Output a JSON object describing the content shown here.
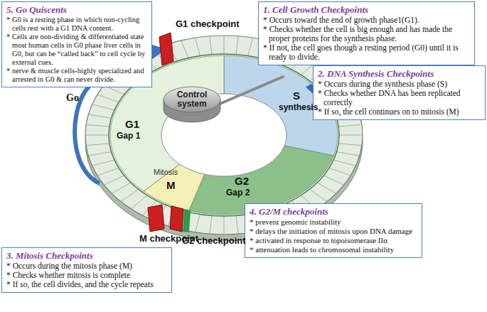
{
  "diagram": {
    "nodes": [
      {
        "text": [
          "5. Go Quiscents",
          "* G0 is a resting phase in which non-cycling cells rest with a G1 DNA content.",
          "* Cells are non-dividing & differentiated state most human cells in G0 phase liver cells in G0, but can be “called back” to cell cycle by external cues.",
          "* nerve & muscle cells-highly specialized and arrested in G0 & can never divide."
        ]
      },
      {
        "text": [
          "1. Cell Growth Checkpoints",
          "* Occurs toward the end of growth phase1(G1).",
          "* Checks whether the cell is big enough and has made the proper proteins for the synthesis phase.",
          "* If not, the cell goes though a resting period (G0) until it is ready to divide."
        ]
      },
      {
        "text": [
          "2. DNA Synthesis Checkpoints",
          "* Occurs during the synthesis phase (S)",
          "* Checks whether DNA has been replicated correctly",
          "* If so, the cell continues on to mitosis (M)"
        ]
      },
      {
        "text": [
          "Control system"
        ]
      },
      {
        "text": [
          "3. Mitosis Checkpoints",
          "* Occurs during the mitosis phase (M)",
          "* Checks whether mitosis is complete",
          "* If so, the cell divides, and the cycle repeats"
        ]
      },
      {
        "text": [
          "4. G2/M checkpoints",
          "* prevent genomic instability",
          "* delays the initiation of mitosis upon DNA damage",
          "* activated in response to topoisomerase IIα",
          "* attenuation leads to chromosomal instability"
        ]
      }
    ],
    "labels": [
      "G1 checkpoint",
      "Go",
      "G1",
      "Gap 1",
      "S",
      "synthesis",
      "Mitosis",
      "M",
      "G2",
      "Gap 2",
      "M checkpoint",
      "G2 checkpoint"
    ]
  }
}
